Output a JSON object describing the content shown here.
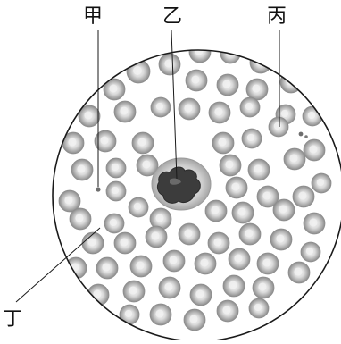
{
  "labels": {
    "jia": "甲",
    "yi": "乙",
    "bing": "丙",
    "ding": "丁"
  },
  "colors": {
    "outline": "#1a1a1a",
    "cell_fill": "#c8c8c8",
    "cell_rim": "#8e8e8e",
    "cell_center": "#f2f2f2",
    "nucleus": "#3e3e3e",
    "background": "#ffffff"
  }
}
